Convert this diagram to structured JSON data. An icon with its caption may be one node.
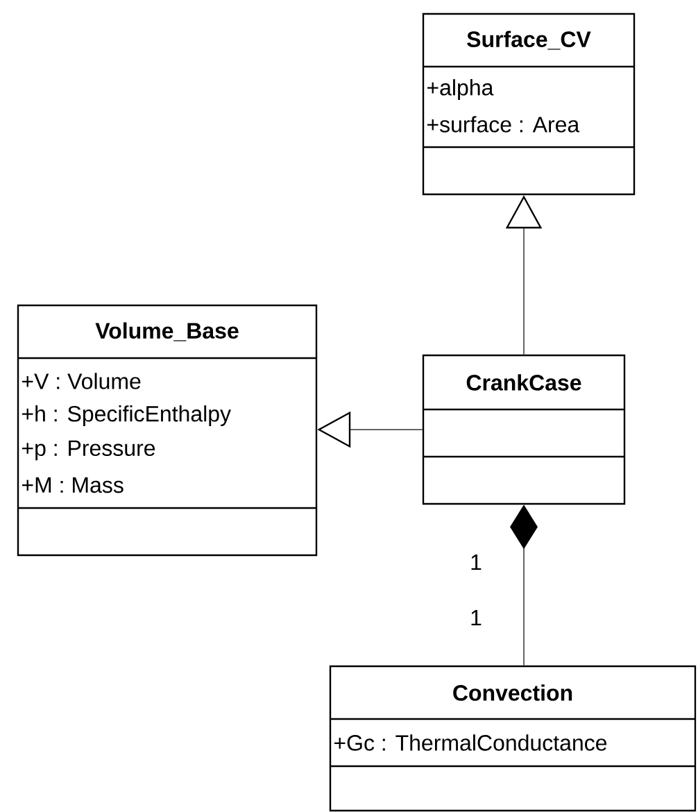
{
  "diagram": {
    "nodes": [
      {
        "text": [
          "Surface_CV",
          "+alpha",
          "+surface : Area"
        ]
      },
      {
        "text": [
          "Volume_Base",
          "+V : Volume",
          "+h : SpecificEnthalpy",
          "+p : Pressure",
          "+M : Mass"
        ]
      },
      {
        "text": [
          "CrankCase"
        ]
      },
      {
        "text": [
          "Convection",
          "+Gc : ThermalConductance"
        ]
      }
    ],
    "edges": [
      {
        "from": 2,
        "to": 0,
        "arrow": "to"
      },
      {
        "from": 2,
        "to": 1,
        "arrow": "to"
      },
      {
        "from": 2,
        "to": 3,
        "arrow": "other"
      }
    ],
    "labels": [
      "1",
      "1"
    ]
  }
}
